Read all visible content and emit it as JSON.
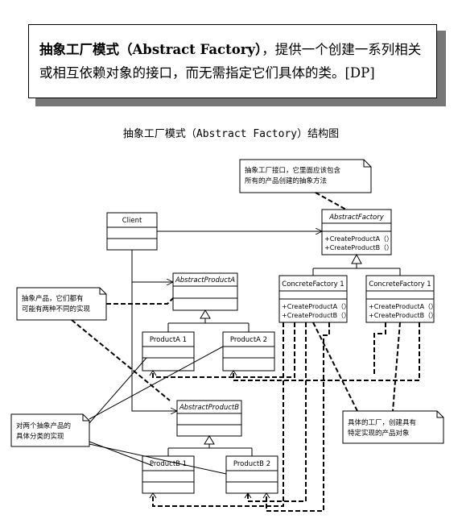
{
  "quote": {
    "title_bold": "抽象工厂模式（Abstract Factory）",
    "text_rest": "，提供一个创建一系列相关或相互依赖对象的接口，而无需指定它们具体的类。[DP]"
  },
  "subtitle": "抽象工厂模式（Abstract Factory）结构图",
  "classes": {
    "client": "Client",
    "abstract_factory": "AbstractFactory",
    "abstract_product_a": "AbstractProductA",
    "abstract_product_b": "AbstractProductB",
    "concrete_factory_1": "ConcreteFactory 1",
    "concrete_factory_2": "ConcreteFactory 1",
    "product_a1": "ProductA 1",
    "product_a2": "ProductA 2",
    "product_b1": "ProductB 1",
    "product_b2": "ProductB 2"
  },
  "operations": {
    "create_a": "+CreateProductA（）",
    "create_b": "+CreateProductB（）"
  },
  "notes": {
    "factory_interface_line1": "抽象工厂接口，它里面应该包含",
    "factory_interface_line2": "所有的产品创建的抽象方法",
    "abstract_product_line1": "抽象产品，它们都有",
    "abstract_product_line2": "可能有两种不同的实现",
    "concrete_products_line1": "对两个抽象产品的",
    "concrete_products_line2": "具体分类的实现",
    "concrete_factory_line1": "具体的工厂，创建具有",
    "concrete_factory_line2": "特定实现的产品对象"
  }
}
